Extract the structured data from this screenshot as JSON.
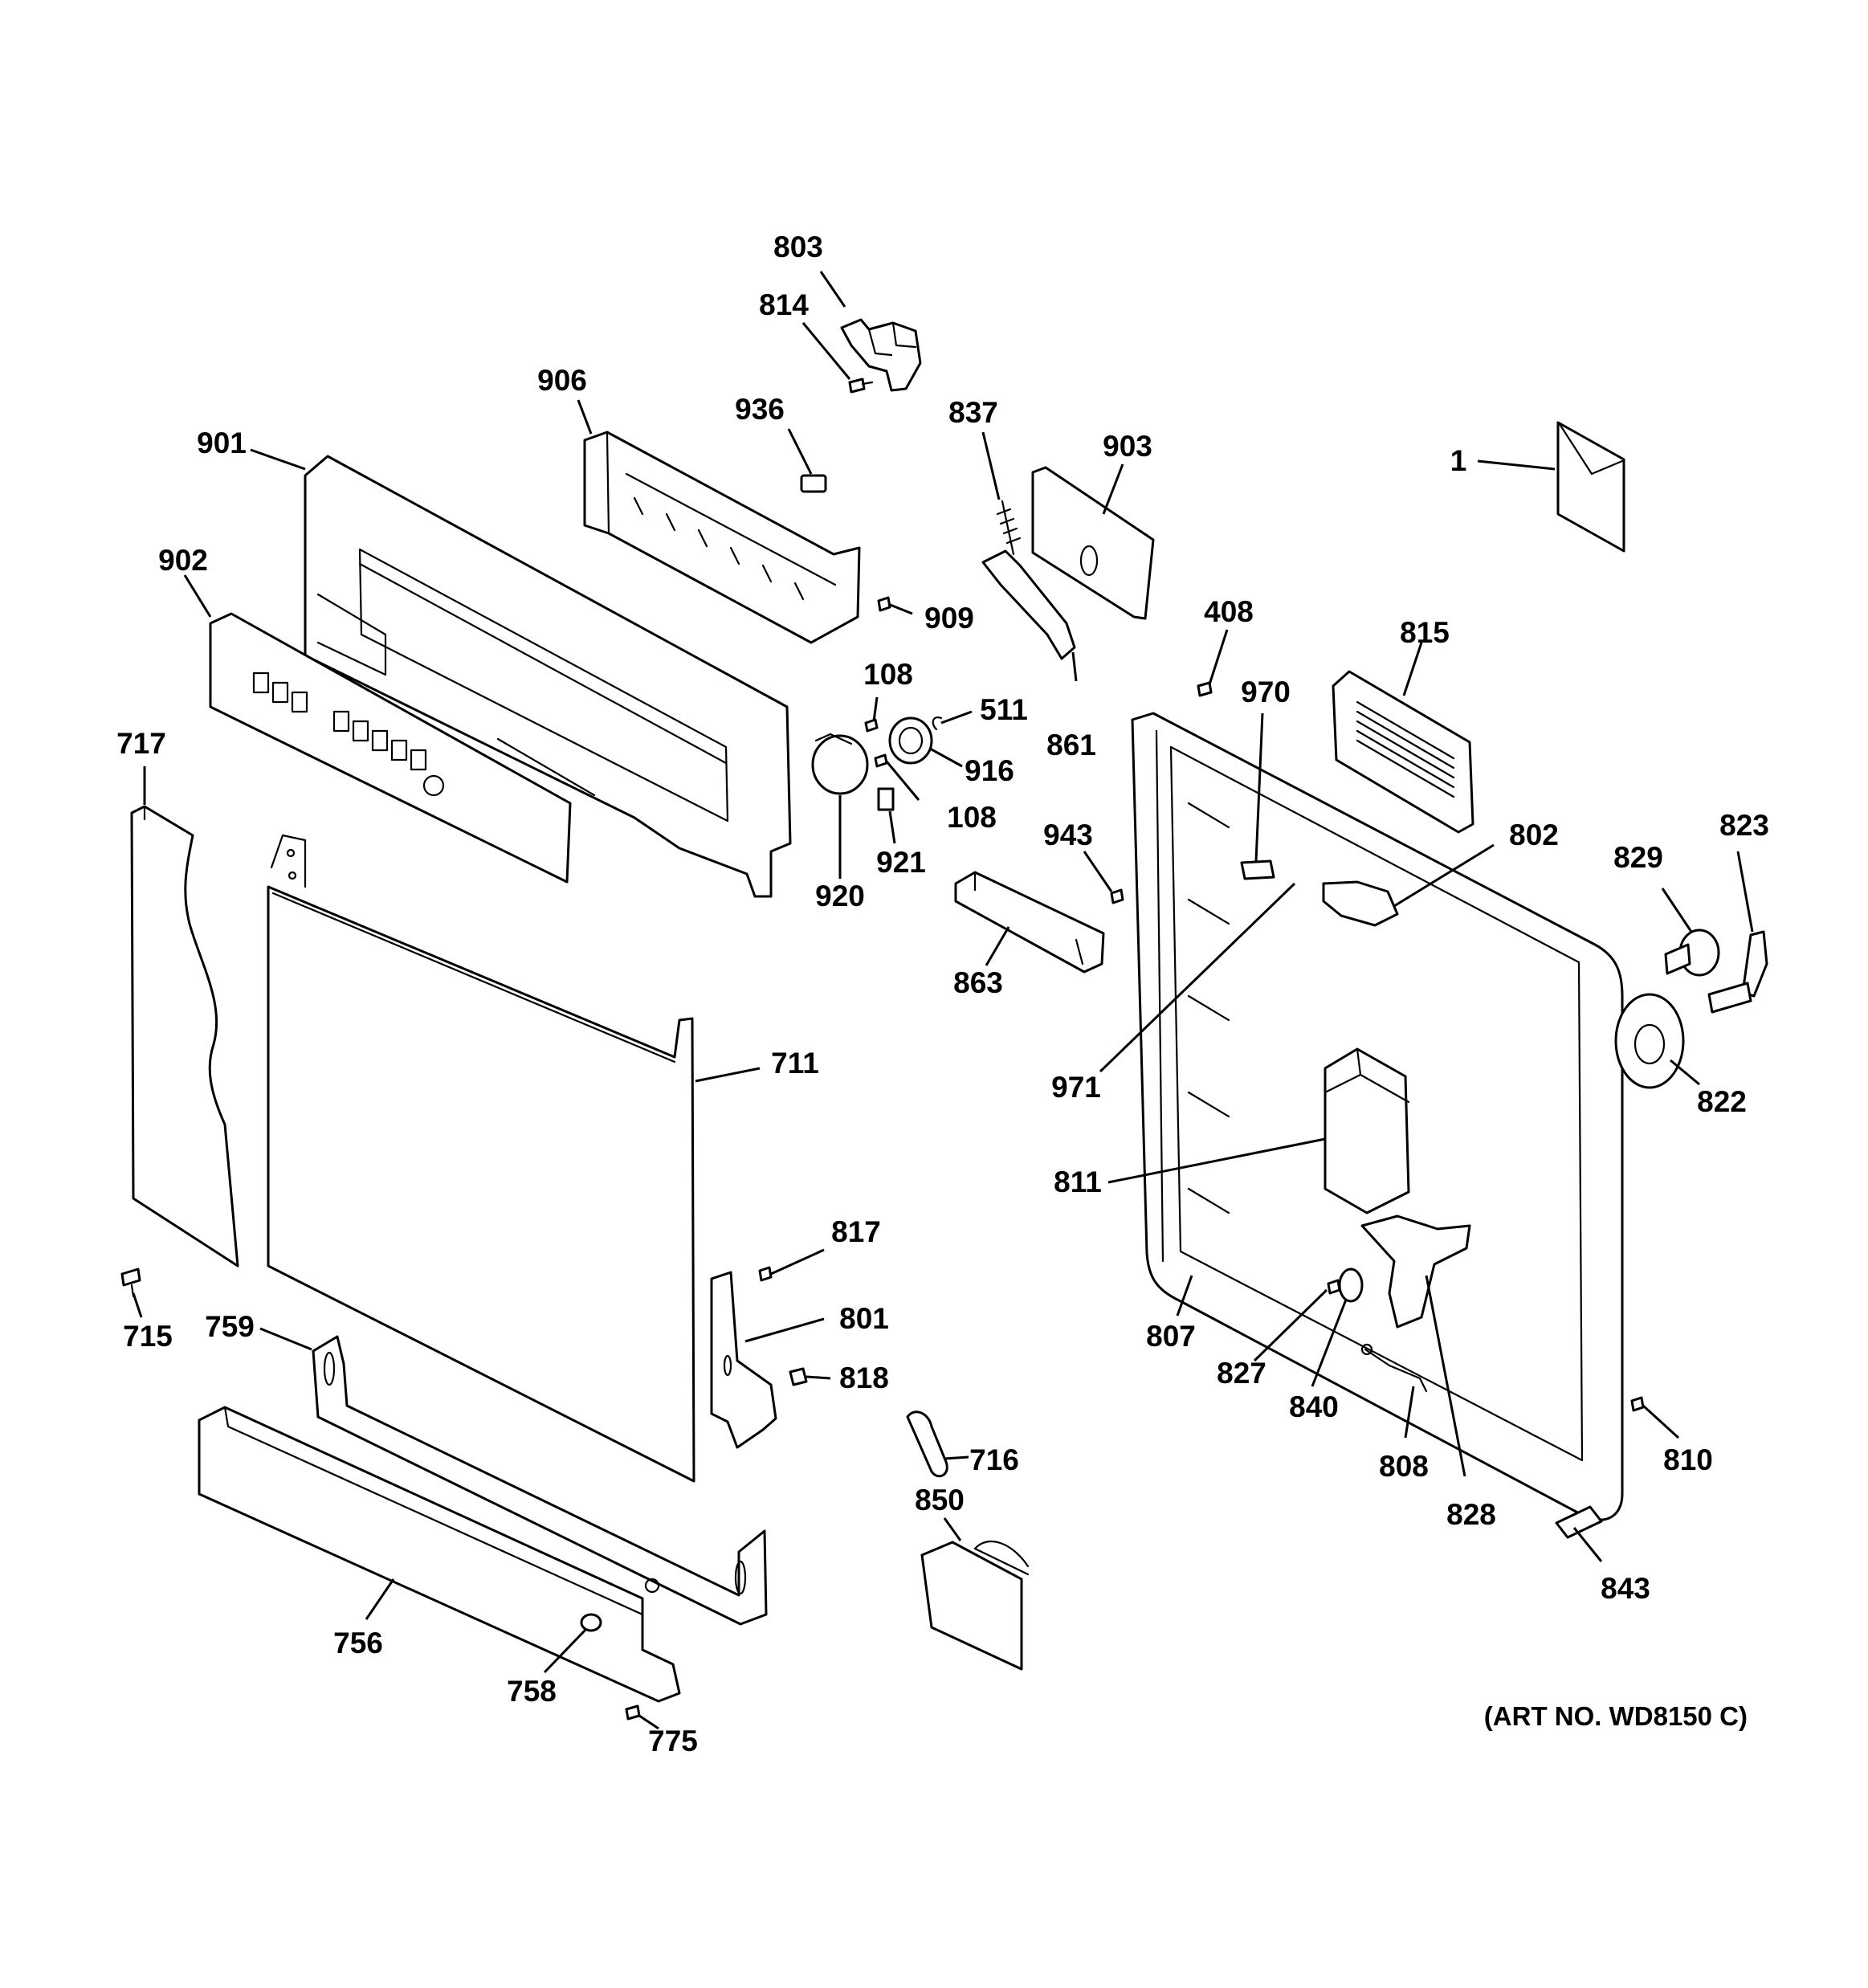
{
  "diagram": {
    "art_number": "(ART NO. WD8150 C)",
    "callouts": {
      "c803": "803",
      "c814": "814",
      "c906": "906",
      "c936": "936",
      "c837": "837",
      "c903": "903",
      "c1": "1",
      "c901": "901",
      "c902": "902",
      "c909": "909",
      "c408": "408",
      "c815": "815",
      "c970": "970",
      "c861": "861",
      "c108a": "108",
      "c511": "511",
      "c916": "916",
      "c108b": "108",
      "c717": "717",
      "c943": "943",
      "c802": "802",
      "c829": "829",
      "c823": "823",
      "c920": "920",
      "c921": "921",
      "c863": "863",
      "c711": "711",
      "c971": "971",
      "c822": "822",
      "c811": "811",
      "c817": "817",
      "c715": "715",
      "c801": "801",
      "c759": "759",
      "c818": "818",
      "c807": "807",
      "c827": "827",
      "c840": "840",
      "c716": "716",
      "c810": "810",
      "c808": "808",
      "c850": "850",
      "c828": "828",
      "c843": "843",
      "c756": "756",
      "c758": "758",
      "c775": "775"
    }
  }
}
